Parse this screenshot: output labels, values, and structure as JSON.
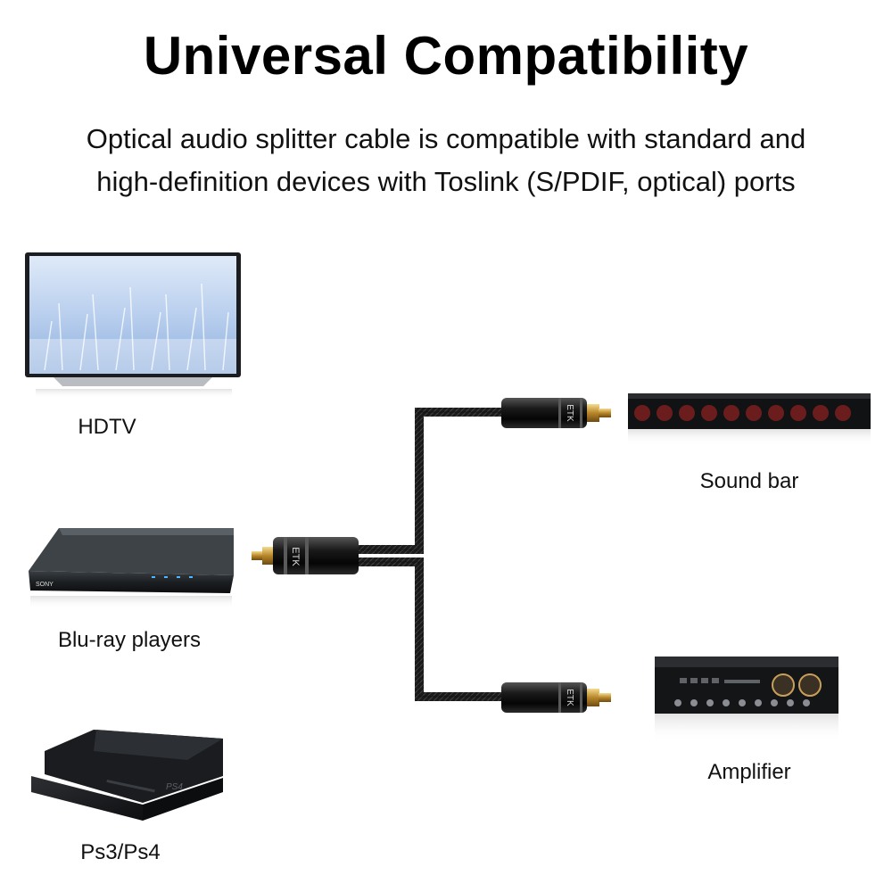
{
  "header": {
    "title": "Universal Compatibility",
    "subtitle_line1": "Optical audio splitter cable is compatible with standard and",
    "subtitle_line2": "high-definition devices with Toslink (S/PDIF, optical) ports"
  },
  "devices": {
    "hdtv": "HDTV",
    "bluray": "Blu-ray players",
    "ps": "Ps3/Ps4",
    "soundbar": "Sound bar",
    "amplifier": "Amplifier"
  },
  "cable": {
    "brand_mark": "ETK",
    "connector_color": "#111111",
    "tip_color": "#c9a24a"
  },
  "product_marks": {
    "bluray_brand": "SONY",
    "ps_brand": "PS4"
  }
}
